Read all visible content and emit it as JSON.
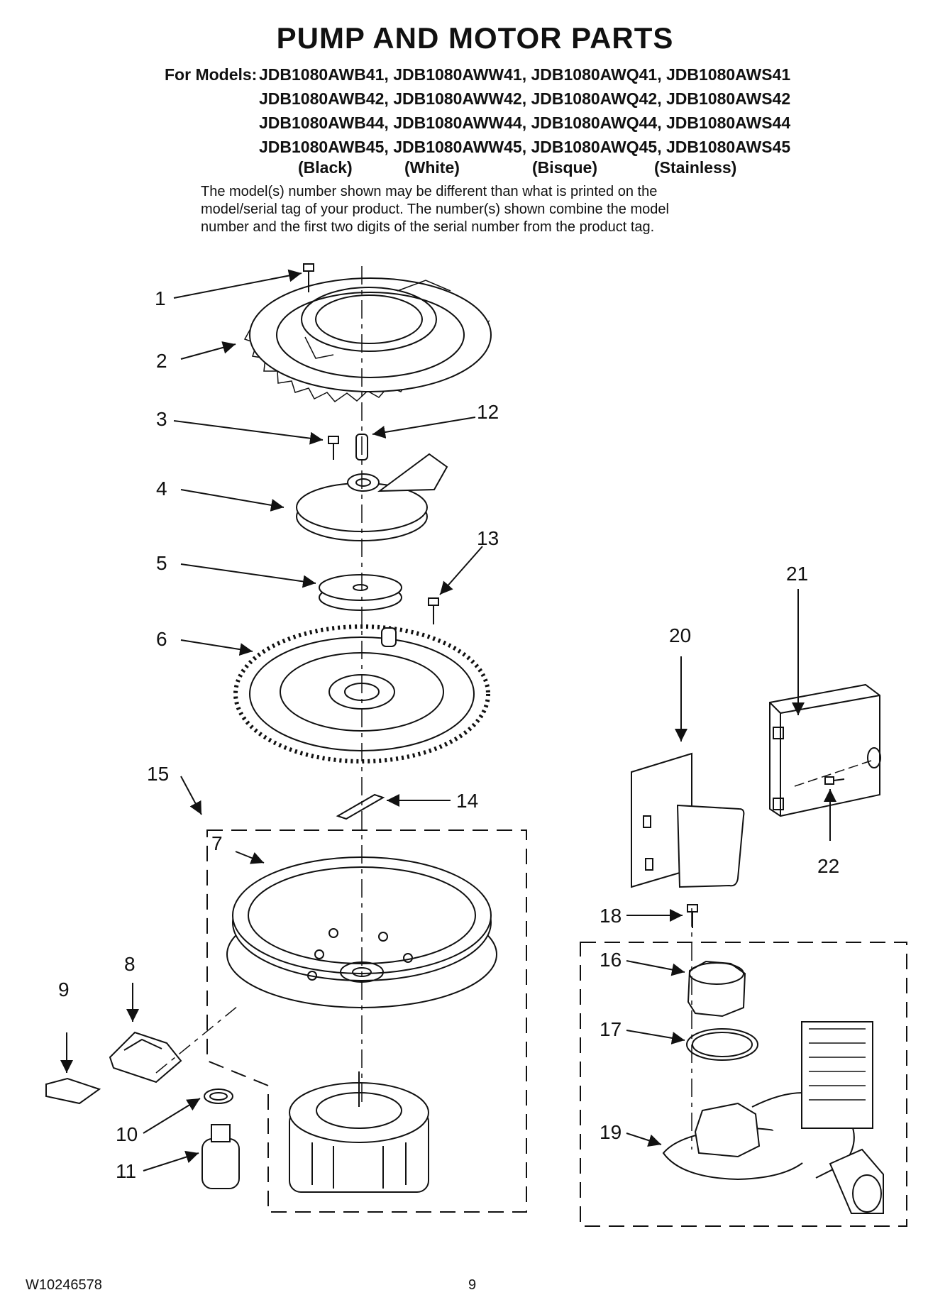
{
  "title": "PUMP AND MOTOR PARTS",
  "models": {
    "prefix": "For Models:",
    "rows": [
      "JDB1080AWB41, JDB1080AWW41, JDB1080AWQ41, JDB1080AWS41",
      "JDB1080AWB42, JDB1080AWW42, JDB1080AWQ42, JDB1080AWS42",
      "JDB1080AWB44, JDB1080AWW44, JDB1080AWQ44, JDB1080AWS44",
      "JDB1080AWB45, JDB1080AWW45, JDB1080AWQ45, JDB1080AWS45"
    ],
    "finishes": [
      "(Black)",
      "(White)",
      "(Bisque)",
      "(Stainless)"
    ]
  },
  "note": [
    "The model(s) number shown may be different than what is printed on the",
    "model/serial tag of your product. The number(s) shown combine the model",
    "number and the first two digits of the serial number from the product tag."
  ],
  "callouts": [
    "1",
    "2",
    "3",
    "4",
    "5",
    "6",
    "7",
    "8",
    "9",
    "10",
    "11",
    "12",
    "13",
    "14",
    "15",
    "16",
    "17",
    "18",
    "19",
    "20",
    "21",
    "22"
  ],
  "footer": {
    "doc_number": "W10246578",
    "page_number": "9"
  }
}
